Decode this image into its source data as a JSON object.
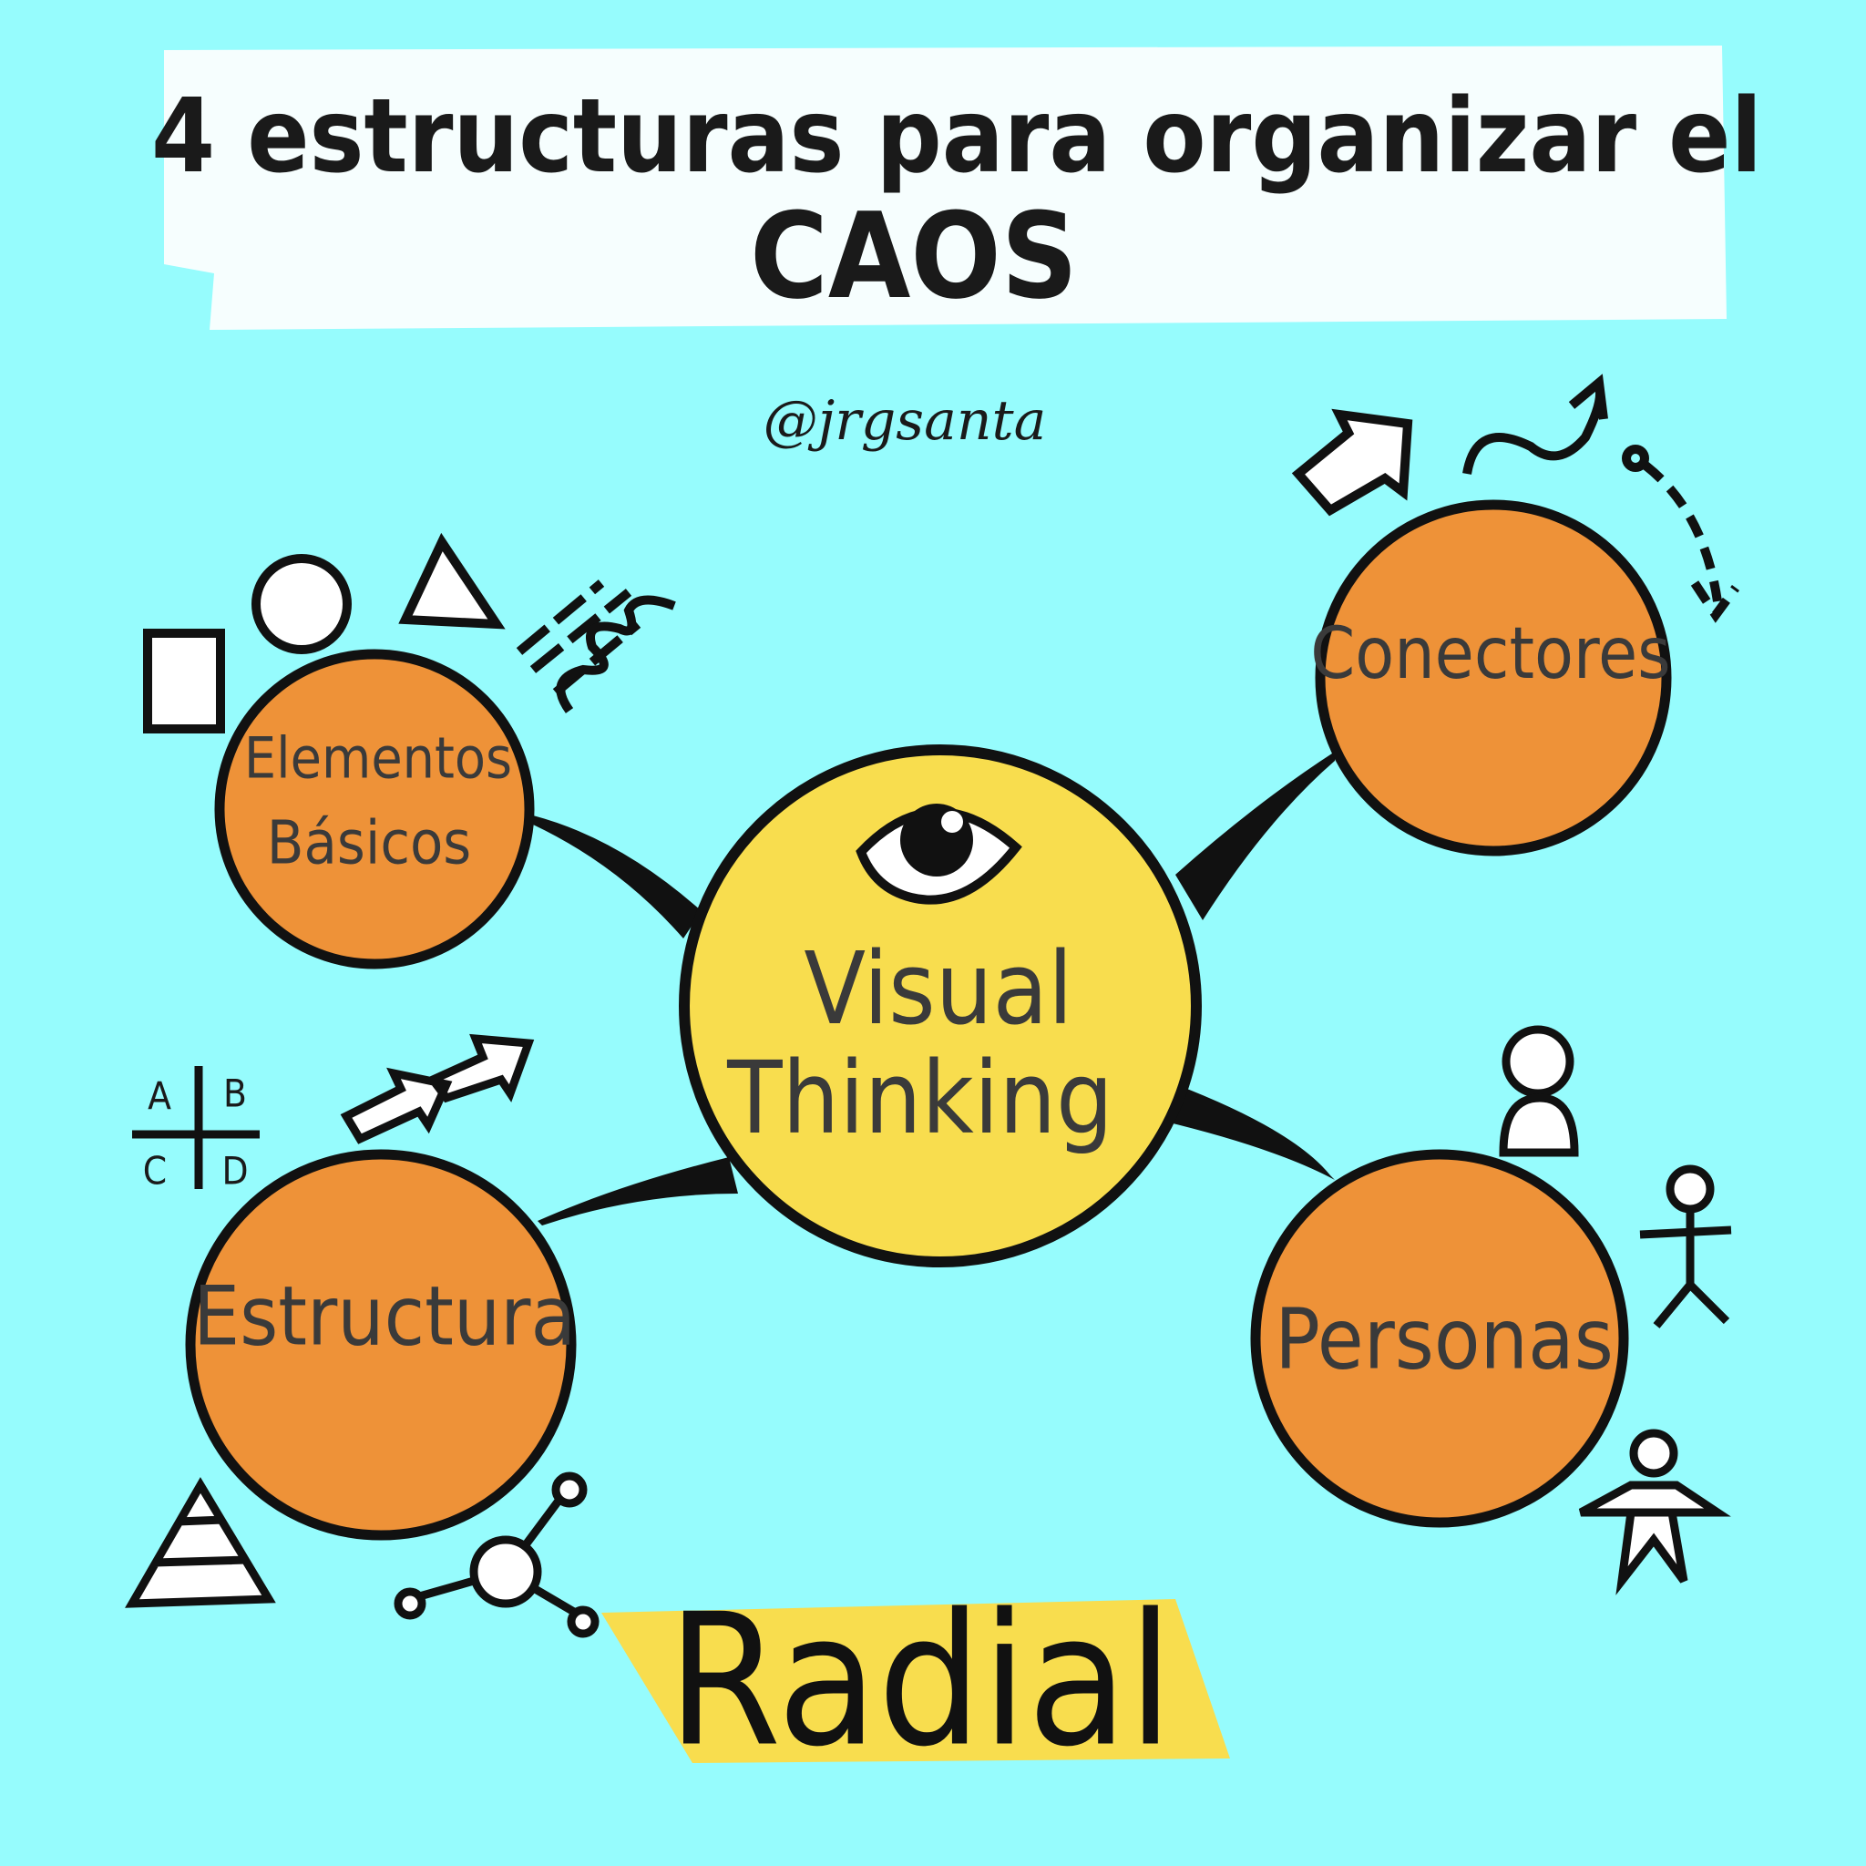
{
  "title": {
    "line1": "4 estructuras para organizar el",
    "line2": "CAOS"
  },
  "signature": "@jrgsanta",
  "center": {
    "label_line1": "Visual",
    "label_line2": "Thinking"
  },
  "nodes": {
    "elementos": {
      "line1": "Elementos",
      "line2": "Básicos"
    },
    "conectores": "Conectores",
    "estructura": "Estructura",
    "personas": "Personas"
  },
  "quadrant_letters": [
    "A",
    "B",
    "C",
    "D"
  ],
  "footer": "Radial",
  "colors": {
    "background": "#96fcfd",
    "orange": "#ee9238",
    "yellow": "#f8dd4e",
    "ink": "#111111"
  }
}
